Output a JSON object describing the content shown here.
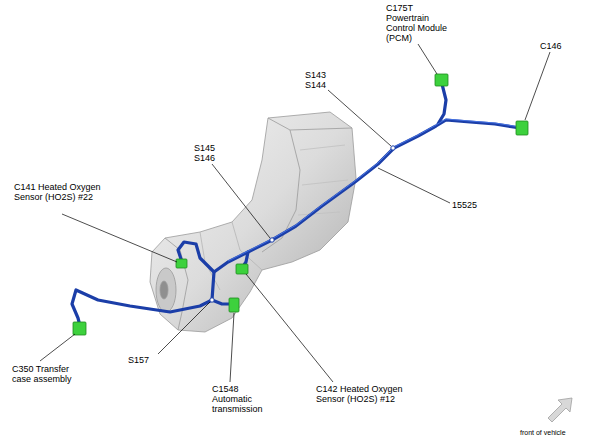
{
  "diagram": {
    "labels": [
      "C175T Powertrain Control Module (PCM)",
      "C146",
      "S143",
      "S144",
      "S145",
      "S146",
      "15525",
      "C141 Heated Oxygen Sensor (HO2S) #22",
      "C350 Transfer case assembly",
      "S157",
      "C1548 Automatic transmission",
      "C142 Heated Oxygen Sensor (HO2S) #12",
      "front of vehicle"
    ]
  }
}
